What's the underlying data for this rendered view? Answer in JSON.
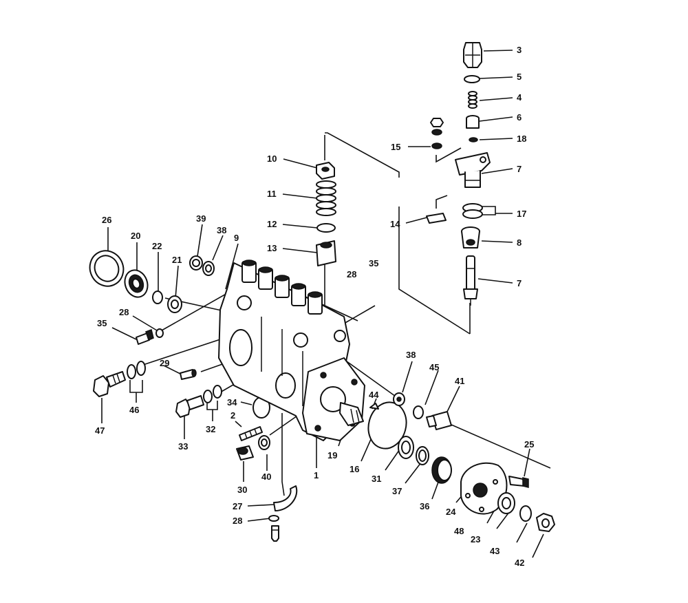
{
  "labels": [
    {
      "id": "l3",
      "text": "3"
    },
    {
      "id": "l5",
      "text": "5"
    },
    {
      "id": "l4",
      "text": "4"
    },
    {
      "id": "l6",
      "text": "6"
    },
    {
      "id": "l18",
      "text": "18"
    },
    {
      "id": "l15",
      "text": "15"
    },
    {
      "id": "l7a",
      "text": "7"
    },
    {
      "id": "l10",
      "text": "10"
    },
    {
      "id": "l11",
      "text": "11"
    },
    {
      "id": "l12",
      "text": "12"
    },
    {
      "id": "l13",
      "text": "13"
    },
    {
      "id": "l14",
      "text": "14"
    },
    {
      "id": "l17",
      "text": "17"
    },
    {
      "id": "l8",
      "text": "8"
    },
    {
      "id": "l7b",
      "text": "7"
    },
    {
      "id": "l26",
      "text": "26"
    },
    {
      "id": "l20",
      "text": "20"
    },
    {
      "id": "l22",
      "text": "22"
    },
    {
      "id": "l21",
      "text": "21"
    },
    {
      "id": "l39",
      "text": "39"
    },
    {
      "id": "l38a",
      "text": "38"
    },
    {
      "id": "l9",
      "text": "9"
    },
    {
      "id": "l35a",
      "text": "35"
    },
    {
      "id": "l28a",
      "text": "28"
    },
    {
      "id": "l28b",
      "text": "28"
    },
    {
      "id": "l35b",
      "text": "35"
    },
    {
      "id": "l29",
      "text": "29"
    },
    {
      "id": "l47",
      "text": "47"
    },
    {
      "id": "l46",
      "text": "46"
    },
    {
      "id": "l33",
      "text": "33"
    },
    {
      "id": "l32",
      "text": "32"
    },
    {
      "id": "l34",
      "text": "34"
    },
    {
      "id": "l2",
      "text": "2"
    },
    {
      "id": "l30",
      "text": "30"
    },
    {
      "id": "l40",
      "text": "40"
    },
    {
      "id": "l27",
      "text": "27"
    },
    {
      "id": "l28c",
      "text": "28"
    },
    {
      "id": "l1",
      "text": "1"
    },
    {
      "id": "l19",
      "text": "19"
    },
    {
      "id": "l16",
      "text": "16"
    },
    {
      "id": "l31",
      "text": "31"
    },
    {
      "id": "l38b",
      "text": "38"
    },
    {
      "id": "l44",
      "text": "44"
    },
    {
      "id": "l45",
      "text": "45"
    },
    {
      "id": "l41",
      "text": "41"
    },
    {
      "id": "l37",
      "text": "37"
    },
    {
      "id": "l36",
      "text": "36"
    },
    {
      "id": "l24",
      "text": "24"
    },
    {
      "id": "l25",
      "text": "25"
    },
    {
      "id": "l48",
      "text": "48"
    },
    {
      "id": "l23",
      "text": "23"
    },
    {
      "id": "l43",
      "text": "43"
    },
    {
      "id": "l42",
      "text": "42"
    }
  ]
}
